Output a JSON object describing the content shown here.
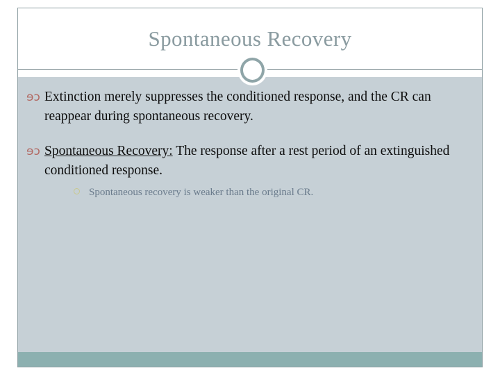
{
  "slide": {
    "title": "Spontaneous Recovery",
    "bullets": [
      {
        "marker": "ɘɔ",
        "level": 1,
        "lead": "",
        "text": "Extinction merely suppresses the conditioned response, and the CR can reappear during spontaneous recovery."
      },
      {
        "marker": "ɘɔ",
        "level": 1,
        "lead": "Spontaneous Recovery:",
        "text": " The response after a rest period of an extinguished conditioned response."
      }
    ],
    "subbullet": {
      "marker": "circle-outline-icon",
      "text": "Spontaneous recovery is weaker than the original CR."
    },
    "decoration": {
      "ring": "ring-icon"
    },
    "colors": {
      "title": "#8a9ba0",
      "body_background": "#c6d0d6",
      "footer_bar": "#8cb0b0",
      "body_text": "#0d0d0d",
      "subbullet_text": "#6a7b8c",
      "bullet_marker": "#b26a64",
      "subbullet_marker": "#c9c98d",
      "rule": "#6f8186",
      "slide_border": "#8e9fa3"
    }
  }
}
